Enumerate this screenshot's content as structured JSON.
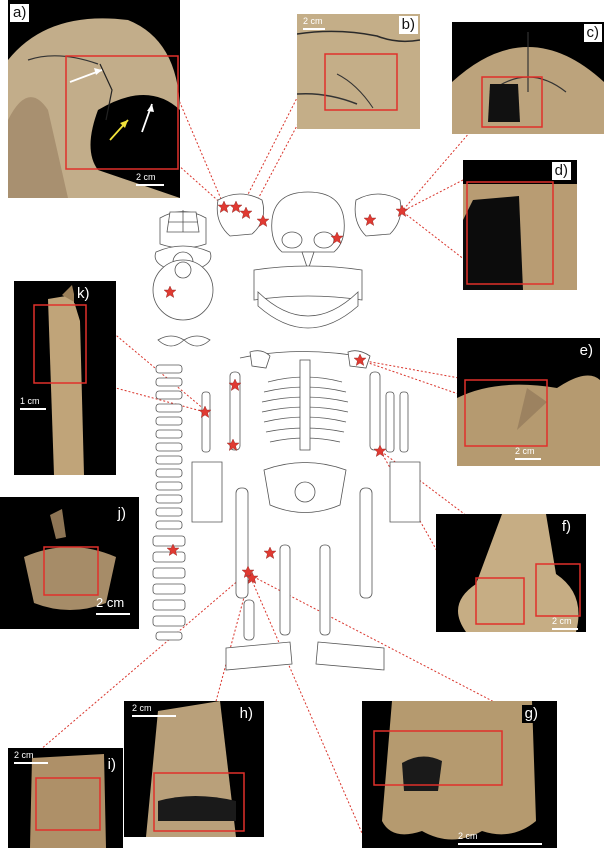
{
  "panels": {
    "a": {
      "label": "a)",
      "scale": "2 cm"
    },
    "b": {
      "label": "b)",
      "scale": "2 cm"
    },
    "c": {
      "label": "c)"
    },
    "d": {
      "label": "d)"
    },
    "e": {
      "label": "e)",
      "scale": "2 cm"
    },
    "f": {
      "label": "f)",
      "scale": "2 cm"
    },
    "g": {
      "label": "g)",
      "scale": "2 cm"
    },
    "h": {
      "label": "h)",
      "scale": "2 cm"
    },
    "i": {
      "label": "i)",
      "scale": "2 cm"
    },
    "j": {
      "label": "j)",
      "scale": "2 cm"
    },
    "k": {
      "label": "k)",
      "scale": "1 cm"
    }
  },
  "colors": {
    "star": "#e03a32",
    "connector": "#d9342b",
    "highlight_box": "#e0302a",
    "bone": "#b69a70",
    "panel_bg": "#000000",
    "arrow_white": "#ffffff",
    "arrow_yellow": "#f2e33a"
  }
}
